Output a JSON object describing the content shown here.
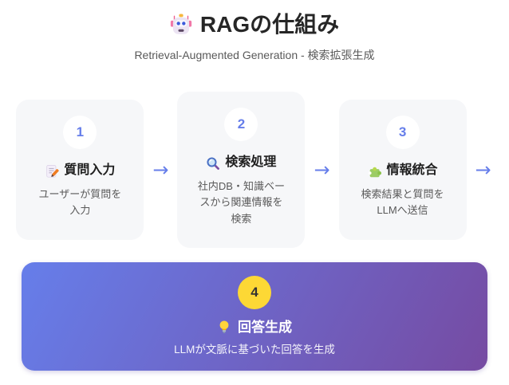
{
  "header": {
    "icon": "robot-icon",
    "title": "RAGの仕組み",
    "subtitle": "Retrieval-Augmented Generation - 検索拡張生成"
  },
  "arrow_glyph": "→",
  "steps": [
    {
      "number": "1",
      "icon": "memo-icon",
      "title": "質問入力",
      "description": "ユーザーが質問を入力"
    },
    {
      "number": "2",
      "icon": "search-icon",
      "title": "検索処理",
      "description": "社内DB・知識ベースから関連情報を検索"
    },
    {
      "number": "3",
      "icon": "puzzle-icon",
      "title": "情報統合",
      "description": "検索結果と質問をLLMへ送信"
    }
  ],
  "final_step": {
    "number": "4",
    "icon": "bulb-icon",
    "title": "回答生成",
    "description": "LLMが文脈に基づいた回答を生成"
  },
  "colors": {
    "accent": "#667eea",
    "gradient_start": "#667eea",
    "gradient_end": "#764ba2",
    "card_background": "#f6f7f9",
    "step_number": "#667eea",
    "final_badge": "#fdd835",
    "heading_text": "#262626",
    "muted_text": "#595959"
  }
}
